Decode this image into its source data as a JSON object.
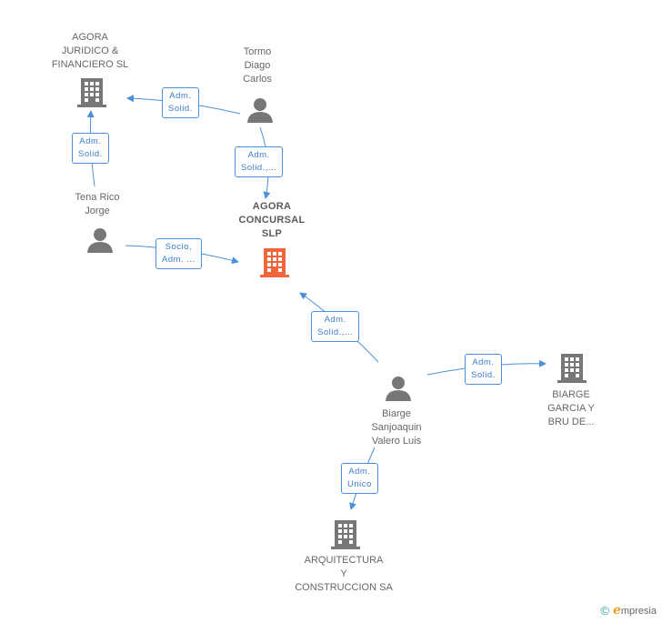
{
  "nodes": {
    "agora_juridico": {
      "label": "AGORA\nJURIDICO &\nFINANCIERO SL",
      "kind": "company"
    },
    "tormo": {
      "label": "Tormo\nDiago\nCarlos",
      "kind": "person"
    },
    "tena": {
      "label": "Tena Rico\nJorge",
      "kind": "person"
    },
    "agora_concursal": {
      "label": "AGORA\nCONCURSAL\nSLP",
      "kind": "company-main"
    },
    "biarge_person": {
      "label": "Biarge\nSanjoaquin\nValero Luis",
      "kind": "person"
    },
    "biarge_garcia": {
      "label": "BIARGE\nGARCIA Y\nBRU DE...",
      "kind": "company"
    },
    "arquitectura": {
      "label": "ARQUITECTURA\nY\nCONSTRUCCION SA",
      "kind": "company"
    }
  },
  "edges": {
    "tormo_juridico": "Adm.\nSolid.",
    "tena_juridico": "Adm.\nSolid.",
    "tormo_concursal": "Adm.\nSolid.,...",
    "tena_concursal": "Socio,\nAdm. ...",
    "biarge_concursal": "Adm.\nSolid.,...",
    "biarge_garcia": "Adm.\nSolid.",
    "biarge_arquitectura": "Adm.\nUnico"
  },
  "colors": {
    "edge": "#4a8fd9",
    "node": "#777777",
    "main": "#f0663a"
  },
  "footer": {
    "copyright": "©",
    "brand_initial": "e",
    "brand_rest": "mpresia"
  }
}
